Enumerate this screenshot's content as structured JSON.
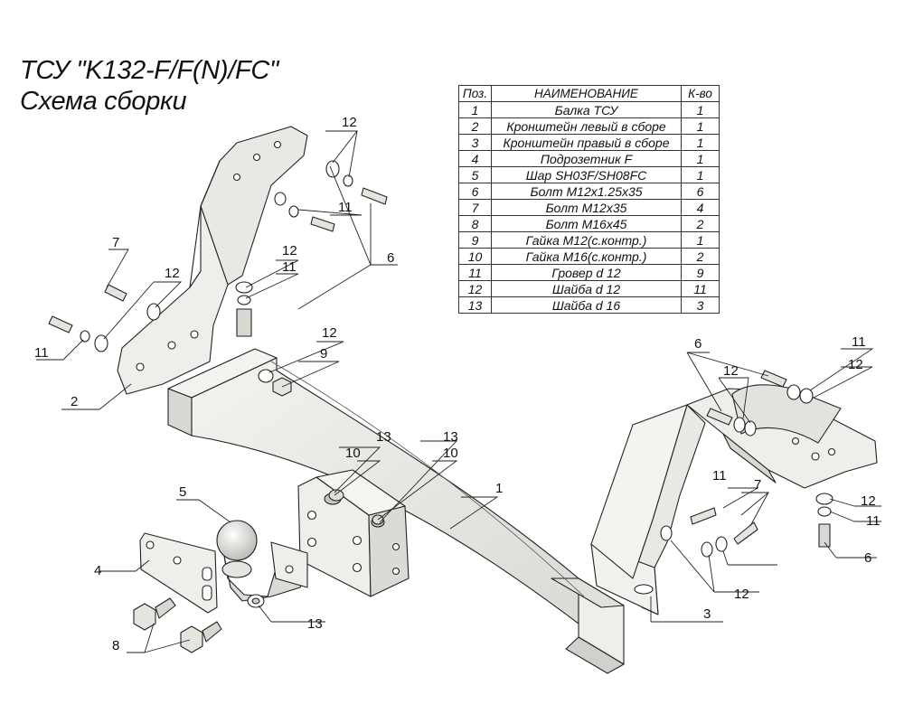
{
  "title": {
    "line1": "ТСУ \"K132-F/F(N)/FC\"",
    "line2": "Схема сборки"
  },
  "parts_table": {
    "headers": [
      "Поз.",
      "НАИМЕНОВАНИЕ",
      "К-во"
    ],
    "rows": [
      {
        "pos": "1",
        "name": "Балка ТСУ",
        "qty": "1"
      },
      {
        "pos": "2",
        "name": "Кронштейн левый в сборе",
        "qty": "1"
      },
      {
        "pos": "3",
        "name": "Кронштейн правый в сборе",
        "qty": "1"
      },
      {
        "pos": "4",
        "name": "Подрозетник F",
        "qty": "1"
      },
      {
        "pos": "5",
        "name": "Шар SH03F/SH08FC",
        "qty": "1"
      },
      {
        "pos": "6",
        "name": "Болт М12х1.25х35",
        "qty": "6"
      },
      {
        "pos": "7",
        "name": "Болт М12х35",
        "qty": "4"
      },
      {
        "pos": "8",
        "name": "Болт М16х45",
        "qty": "2"
      },
      {
        "pos": "9",
        "name": "Гайка М12(с.контр.)",
        "qty": "1"
      },
      {
        "pos": "10",
        "name": "Гайка  М16(с.контр.)",
        "qty": "2"
      },
      {
        "pos": "11",
        "name": "Гровер d 12",
        "qty": "9"
      },
      {
        "pos": "12",
        "name": "Шайба d 12",
        "qty": "11"
      },
      {
        "pos": "13",
        "name": "Шайба d 16",
        "qty": "3"
      }
    ]
  },
  "callouts": {
    "c1": "1",
    "c2": "2",
    "c3": "3",
    "c4": "4",
    "c5": "5",
    "c6a": "6",
    "c6b": "6",
    "c6c": "6",
    "c7a": "7",
    "c7b": "7",
    "c8": "8",
    "c9": "9",
    "c10a": "10",
    "c10b": "10",
    "c11a": "11",
    "c11b": "11",
    "c11c": "11",
    "c11d": "11",
    "c11e": "11",
    "c11f": "11",
    "c12a": "12",
    "c12b": "12",
    "c12c": "12",
    "c12d": "12",
    "c12e": "12",
    "c12f": "12",
    "c12g": "12",
    "c12h": "12",
    "c13a": "13",
    "c13b": "13",
    "c13c": "13"
  },
  "colors": {
    "metal": "#ecebe8",
    "metal_shade": "#cfcdc8",
    "line": "#222222"
  }
}
